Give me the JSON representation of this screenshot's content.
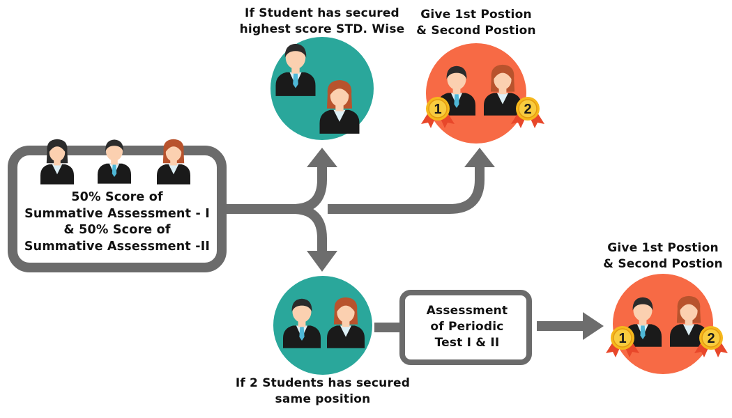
{
  "colors": {
    "teal": "#2AA79B",
    "orange": "#F76A45",
    "gray_arrow": "#6D6D6D",
    "box_border": "#6B6B6B",
    "text": "#111111",
    "gold": "#F6B81C",
    "ribbon": "#E8472A",
    "skin": "#FBD0B0",
    "hair_dark": "#2B2B2B",
    "hair_brown": "#B8532D",
    "suit": "#1A1A1A",
    "shirt": "#DDEFF5",
    "tie": "#4EB7D6"
  },
  "icons": [
    "student-group-icon",
    "student-pair-icon",
    "medal-icon",
    "arrow-icon"
  ],
  "start_box": {
    "lines": [
      "50% Score of",
      "Summative Assessment - I",
      "&  50% Score of",
      "Summative Assessment -II"
    ]
  },
  "top_condition": {
    "lines": [
      "If Student has secured",
      "highest score STD. Wise"
    ]
  },
  "top_result": {
    "lines": [
      "Give 1st Postion",
      "& Second Postion"
    ],
    "medals": [
      "1",
      "2"
    ]
  },
  "bottom_condition": {
    "lines": [
      "If 2 Students has secured",
      "same position"
    ]
  },
  "periodic_box": {
    "lines": [
      "Assessment",
      "of Periodic",
      "Test I & II"
    ]
  },
  "bottom_result": {
    "lines": [
      "Give 1st Postion",
      "& Second Postion"
    ],
    "medals": [
      "1",
      "2"
    ]
  }
}
